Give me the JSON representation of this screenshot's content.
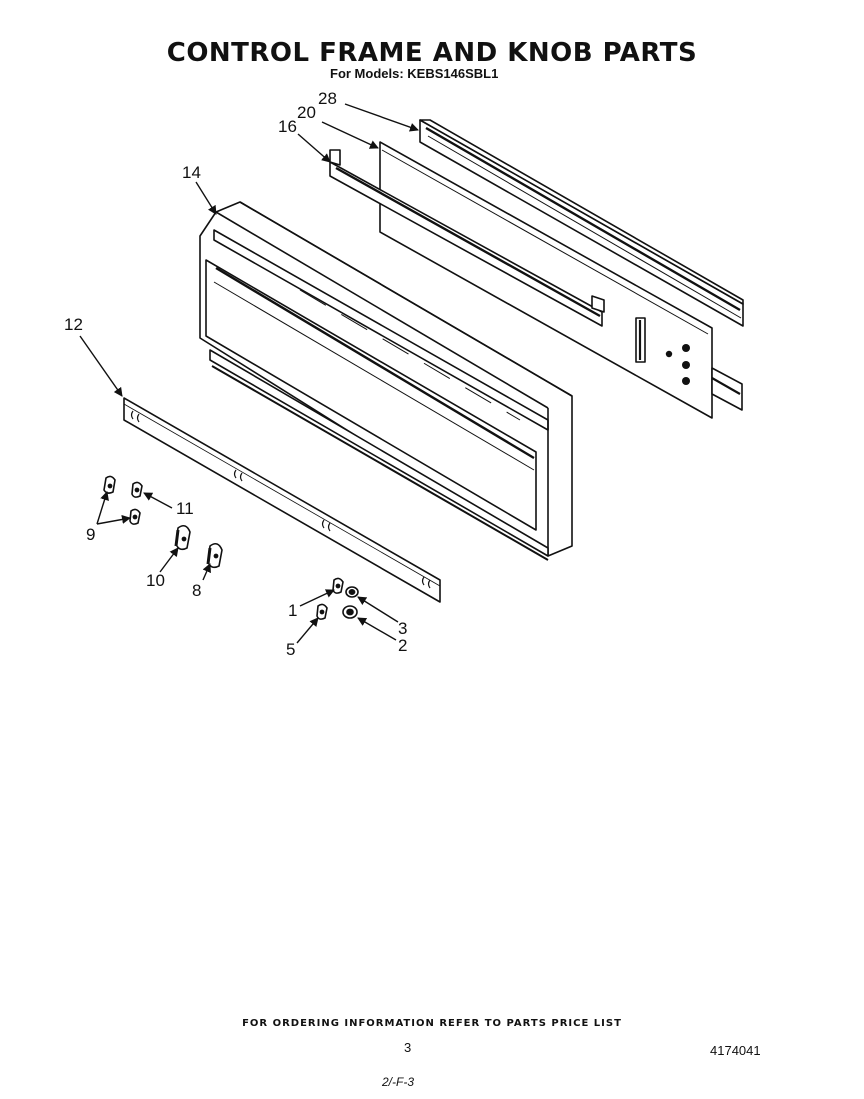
{
  "header": {
    "title": "CONTROL FRAME AND KNOB PARTS",
    "subtitle": "For Models: KEBS146SBL1"
  },
  "callouts": {
    "p28": "28",
    "p20": "20",
    "p16": "16",
    "p14": "14",
    "p12": "12",
    "p11": "11",
    "p9": "9",
    "p10": "10",
    "p8": "8",
    "p1": "1",
    "p3": "3",
    "p2": "2",
    "p5": "5"
  },
  "footer": {
    "ordering_note": "FOR ORDERING INFORMATION REFER TO PARTS PRICE LIST",
    "page_number": "3",
    "document_number": "4174041",
    "handwritten_note": "2/-F-3"
  }
}
